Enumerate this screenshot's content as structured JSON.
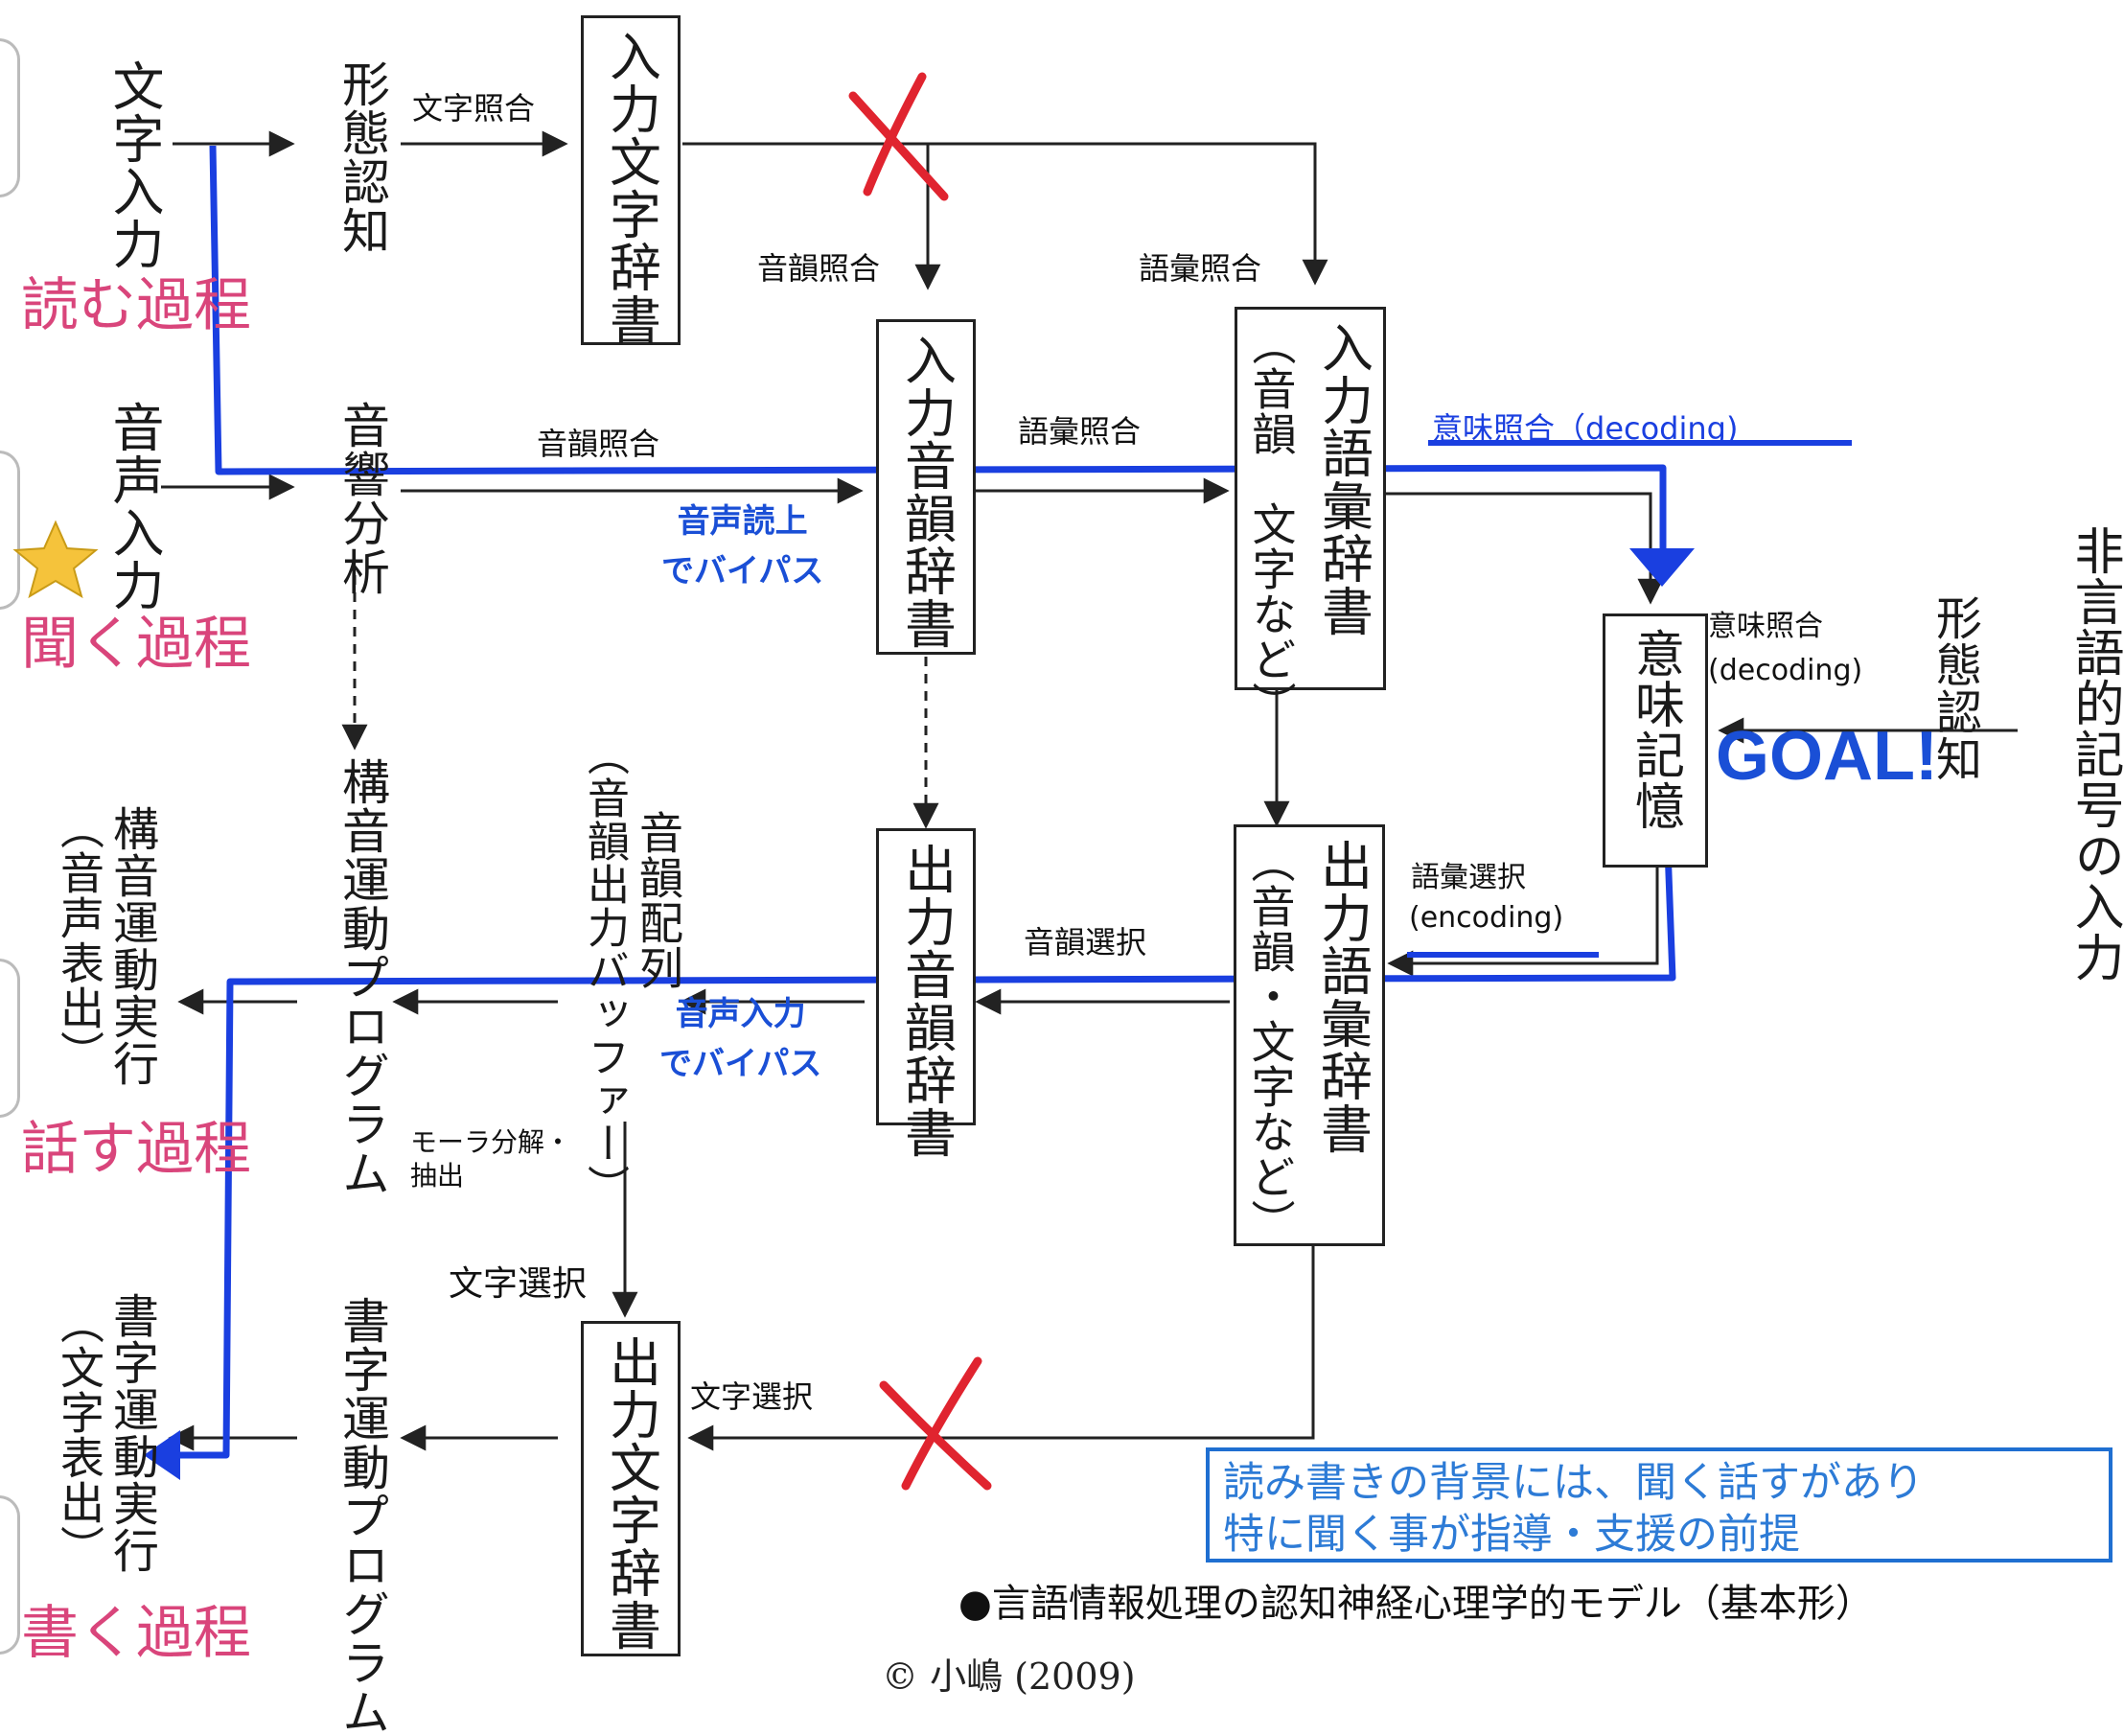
{
  "sources": {
    "text_input": "文字入力",
    "speech_input": "音声入力",
    "nonverbal_input": "非言語的記号の入力"
  },
  "processes": {
    "read": "読む過程",
    "listen": "聞く過程",
    "speak": "話す過程",
    "write": "書く過程"
  },
  "stages": {
    "form_recognition": "形態認知",
    "acoustic_analysis": "音響分析",
    "articulation_program": "構音運動プログラム",
    "articulation_exec": "構音運動実行",
    "articulation_exec_sub": "（音声表出）",
    "phoneme_buffer": "音韻配列",
    "phoneme_buffer_sub": "（音韻出力バッファー）",
    "graphic_program": "書字運動プログラム",
    "graphic_exec": "書字運動実行",
    "graphic_exec_sub": "（文字表出）",
    "form_recognition_nonverbal": "形態認知"
  },
  "boxes": {
    "input_char_dict": "入力文字辞書",
    "input_phon_dict": "入力音韻辞書",
    "input_lex_dict": "入力語彙辞書",
    "input_lex_dict_sub": "（音韻　文字など）",
    "semantic_memory": "意味記憶",
    "output_phon_dict": "出力音韻辞書",
    "output_lex_dict": "出力語彙辞書",
    "output_lex_dict_sub": "（音韻・文字など）",
    "output_char_dict": "出力文字辞書"
  },
  "labels": {
    "char_match": "文字照合",
    "phon_match_1": "音韻照合",
    "lex_match_1": "語彙照合",
    "phon_match_2": "音韻照合",
    "lex_match_2": "語彙照合",
    "semantic_match": "意味照合（decoding)",
    "semantic_match_right": "意味照合",
    "decoding": "(decoding)",
    "lex_select": "語彙選択",
    "encoding": "(encoding)",
    "phon_select": "音韻選択",
    "mora": "モーラ分解・",
    "mora_2": "抽出",
    "char_select_1": "文字選択",
    "char_select_2": "文字選択"
  },
  "annotations": {
    "bypass_read_1": "音声読上",
    "bypass_read_2": "でバイパス",
    "bypass_input_1": "音声入力",
    "bypass_input_2": "でバイパス",
    "goal": "GOAL!",
    "callout_line1": "読み書きの背景には、聞く話すがあり",
    "callout_line2": "特に聞く事が指導・支援の前提",
    "caption": "●言語情報処理の認知神経心理学的モデル（基本形）",
    "copyright": "© 小嶋 (2009)"
  },
  "colors": {
    "process_pink": "#d9457b",
    "annotation_blue": "#1a4fd6",
    "cross_red": "#e0242f",
    "callout_border": "#1f6fd1",
    "callout_text": "#2d7bd6"
  },
  "icons": [
    "star-icon",
    "red-cross-icon",
    "blue-arrow-icon"
  ]
}
